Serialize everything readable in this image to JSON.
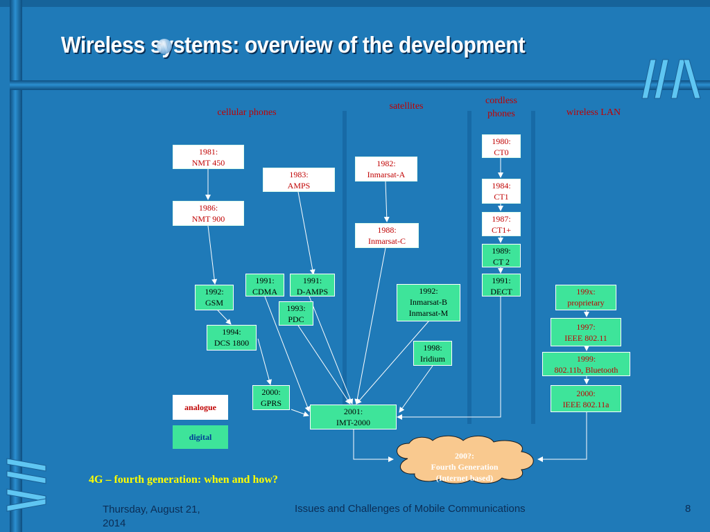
{
  "slide": {
    "title": "Wireless systems: overview of the development",
    "question": "4G – fourth generation: when and how?",
    "footer": {
      "date_line1": "Thursday, August 21,",
      "date_line2": "2014",
      "center": "Issues and Challenges of Mobile Communications",
      "page": "8"
    }
  },
  "columns": {
    "cellular": "cellular phones",
    "satellites": "satellites",
    "cordless_line1": "cordless",
    "cordless_line2": "phones",
    "wlan": "wireless LAN"
  },
  "legend": {
    "analogue": "analogue",
    "digital": "digital"
  },
  "nodes": {
    "nmt450": {
      "line1": "1981:",
      "line2": "NMT 450",
      "kind": "analogue"
    },
    "nmt900": {
      "line1": "1986:",
      "line2": "NMT 900",
      "kind": "analogue"
    },
    "amps": {
      "line1": "1983:",
      "line2": "AMPS",
      "kind": "analogue"
    },
    "gsm": {
      "line1": "1992:",
      "line2": "GSM",
      "kind": "digital"
    },
    "dcs1800": {
      "line1": "1994:",
      "line2": "DCS 1800",
      "kind": "digital"
    },
    "cdma": {
      "line1": "1991:",
      "line2": "CDMA",
      "kind": "digital"
    },
    "damps": {
      "line1": "1991:",
      "line2": "D-AMPS",
      "kind": "digital"
    },
    "pdc": {
      "line1": "1993:",
      "line2": "PDC",
      "kind": "digital"
    },
    "gprs": {
      "line1": "2000:",
      "line2": "GPRS",
      "kind": "digital"
    },
    "imt2000": {
      "line1": "2001:",
      "line2": "IMT-2000",
      "kind": "digital"
    },
    "inmarsat_a": {
      "line1": "1982:",
      "line2": "Inmarsat-A",
      "kind": "analogue"
    },
    "inmarsat_c": {
      "line1": "1988:",
      "line2": "Inmarsat-C",
      "kind": "analogue"
    },
    "inmarsat_bm": {
      "line1": "1992:",
      "line2": "Inmarsat-B",
      "line3": "Inmarsat-M",
      "kind": "digital"
    },
    "iridium": {
      "line1": "1998:",
      "line2": "Iridium",
      "kind": "digital"
    },
    "ct0": {
      "line1": "1980:",
      "line2": "CT0",
      "kind": "analogue"
    },
    "ct1": {
      "line1": "1984:",
      "line2": "CT1",
      "kind": "analogue"
    },
    "ct1plus": {
      "line1": "1987:",
      "line2": "CT1+",
      "kind": "analogue"
    },
    "ct2": {
      "line1": "1989:",
      "line2": "CT 2",
      "kind": "digital"
    },
    "dect": {
      "line1": "1991:",
      "line2": "DECT",
      "kind": "digital"
    },
    "proprietary": {
      "line1": "199x:",
      "line2": "proprietary",
      "kind": "digital"
    },
    "ieee80211": {
      "line1": "1997:",
      "line2": "IEEE 802.11",
      "kind": "digital"
    },
    "b80211": {
      "line1": "1999:",
      "line2": "802.11b, Bluetooth",
      "kind": "digital"
    },
    "a80211": {
      "line1": "2000:",
      "line2": "IEEE 802.11a",
      "kind": "digital"
    },
    "fourth_gen": {
      "line1": "200?:",
      "line2": "Fourth Generation",
      "line3": "(Internet based)"
    }
  },
  "colors": {
    "background": "#1f7ab8",
    "digital_box": "#3ee49a",
    "analogue_box": "#ffffff",
    "column_heading": "#c00000",
    "cloud": "#f9c98f",
    "question": "#ffff00"
  }
}
